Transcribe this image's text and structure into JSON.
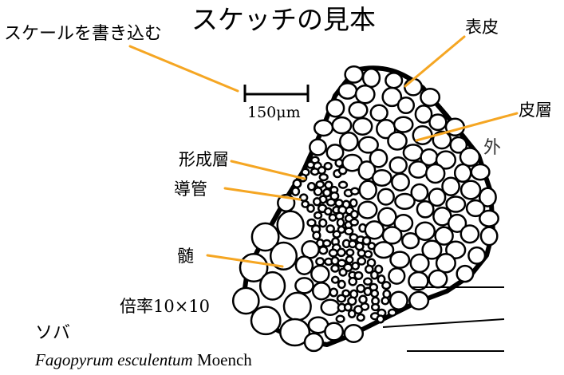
{
  "title": "スケッチの見本",
  "scale_instruction": "スケールを書き込む",
  "scale_bar": {
    "label": "150μm"
  },
  "labels": {
    "epidermis": "表皮",
    "cortex": "皮層",
    "cambium": "形成層",
    "vessel": "導管",
    "pith": "髄"
  },
  "magnification": "倍率10×10",
  "specimen": {
    "common_name": "ソバ",
    "scientific_italic": "Fagopyrum esculentum",
    "authority": "Moench"
  },
  "sketch_note": "外",
  "colors": {
    "leader_line": "#f5a623",
    "ink": "#000000"
  }
}
